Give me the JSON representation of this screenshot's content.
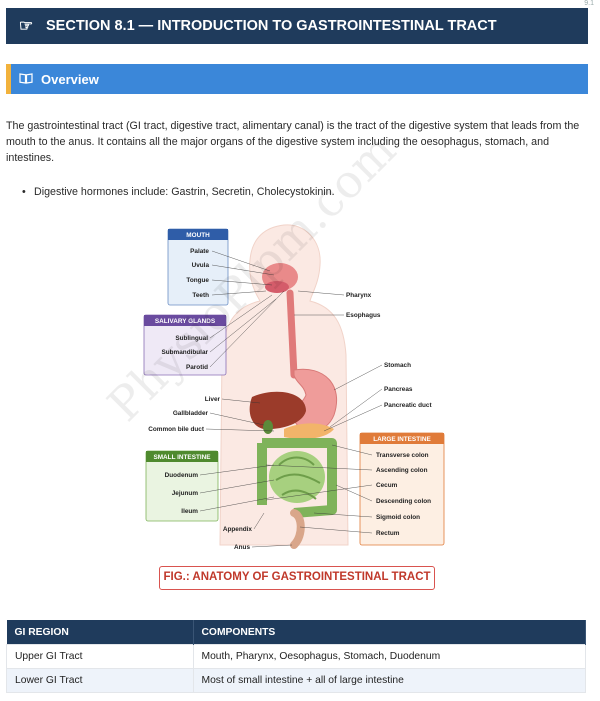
{
  "page_number": "9.1",
  "section": {
    "title": "SECTION 8.1 — INTRODUCTION TO GASTROINTESTINAL TRACT",
    "icon": "hand-pointing-icon"
  },
  "overview": {
    "title": "Overview",
    "icon": "book-icon"
  },
  "intro_text": "The gastrointestinal tract (GI tract, digestive tract, alimentary canal) is the tract of the digestive system that leads from the mouth to the anus. It contains all the major organs of the digestive system including the oesophagus, stomach, and intestines.",
  "bullets": [
    "Digestive hormones include: Gastrin, Secretin, Cholecystokinin."
  ],
  "watermark": "PhysioPlpm.com",
  "figure": {
    "caption": "FIG.: ANATOMY OF GASTROINTESTINAL TRACT",
    "mouth": {
      "header": "MOUTH",
      "items": [
        "Palate",
        "Uvula",
        "Tongue",
        "Teeth"
      ]
    },
    "salivary": {
      "header": "SALIVARY GLANDS",
      "items": [
        "Sublingual",
        "Submandibular",
        "Parotid"
      ]
    },
    "left_labels": [
      "Liver",
      "Gallbladder",
      "Common bile duct"
    ],
    "small_intestine": {
      "header": "SMALL INTESTINE",
      "items": [
        "Duodenum",
        "Jejunum",
        "Ileum"
      ]
    },
    "bottom_labels": [
      "Appendix",
      "Anus"
    ],
    "right_labels": [
      "Pharynx",
      "Esophagus",
      "Stomach",
      "Pancreas",
      "Pancreatic duct"
    ],
    "large_intestine": {
      "header": "LARGE INTESTINE",
      "items": [
        "Transverse colon",
        "Ascending colon",
        "Cecum",
        "Descending colon",
        "Sigmoid colon",
        "Rectum"
      ]
    }
  },
  "table": {
    "headers": [
      "GI REGION",
      "COMPONENTS"
    ],
    "rows": [
      [
        "Upper GI Tract",
        "Mouth, Pharynx, Oesophagus, Stomach, Duodenum"
      ],
      [
        "Lower GI Tract",
        "Most of small intestine + all of large intestine"
      ]
    ]
  }
}
